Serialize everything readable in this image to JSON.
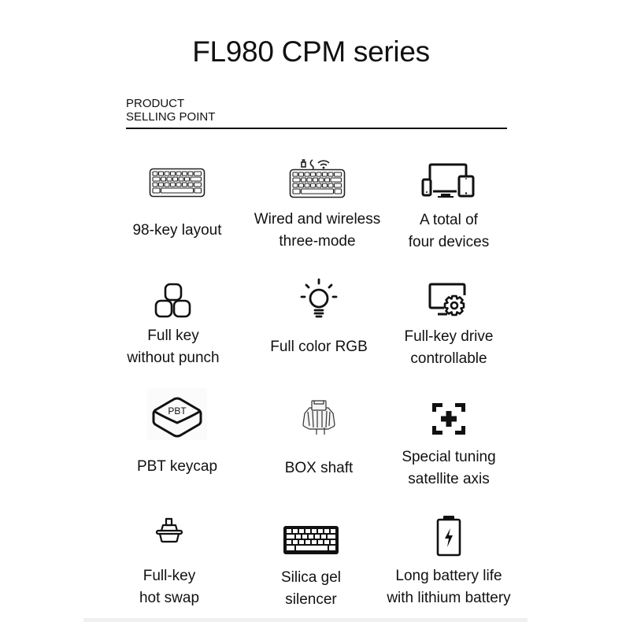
{
  "header": {
    "title": "FL980 CPM series",
    "section_label_line1": "PRODUCT",
    "section_label_line2": "SELLING POINT"
  },
  "features": [
    {
      "icon": "keyboard-outline-icon",
      "lines": [
        "98-key layout"
      ]
    },
    {
      "icon": "keyboard-three-mode-icon",
      "lines": [
        "Wired and wireless",
        "three-mode"
      ]
    },
    {
      "icon": "multi-device-icon",
      "lines": [
        "A total of",
        "four devices"
      ]
    },
    {
      "icon": "keycaps-icon",
      "lines": [
        "Full key",
        "without punch"
      ]
    },
    {
      "icon": "light-bulb-icon",
      "lines": [
        "Full color RGB"
      ]
    },
    {
      "icon": "monitor-gear-icon",
      "lines": [
        "Full-key drive",
        "controllable"
      ]
    },
    {
      "icon": "pbt-keycap-icon",
      "icon_text": "PBT",
      "lines": [
        "PBT keycap"
      ]
    },
    {
      "icon": "box-switch-icon",
      "lines": [
        "BOX shaft"
      ]
    },
    {
      "icon": "focus-plus-icon",
      "lines": [
        "Special tuning",
        "satellite axis"
      ]
    },
    {
      "icon": "hot-swap-switch-icon",
      "lines": [
        "Full-key",
        "hot swap"
      ]
    },
    {
      "icon": "keyboard-filled-icon",
      "lines": [
        "Silica gel",
        "silencer"
      ]
    },
    {
      "icon": "battery-charging-icon",
      "lines": [
        "Long battery life",
        "with lithium battery"
      ]
    }
  ]
}
